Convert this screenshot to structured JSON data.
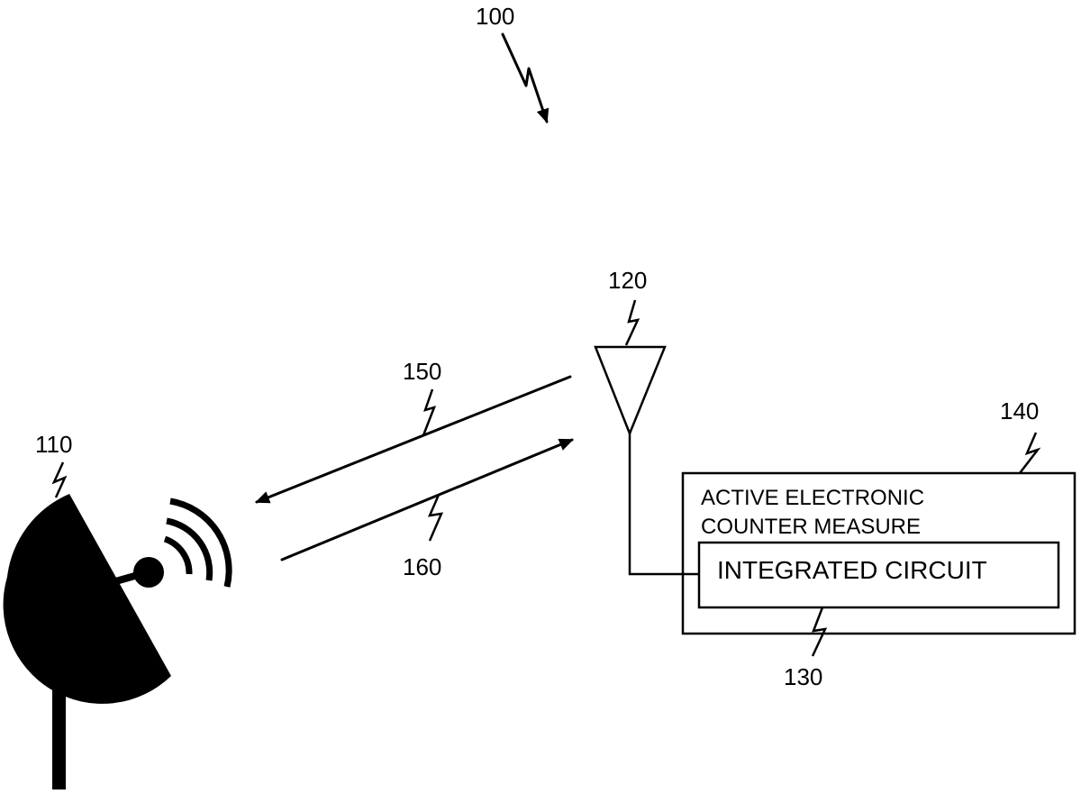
{
  "figure": {
    "system_ref": "100",
    "components": {
      "radar": {
        "ref": "110",
        "icon": "radar-dish-icon"
      },
      "antenna": {
        "ref": "120",
        "icon": "antenna-icon"
      },
      "integrated_circuit": {
        "ref": "130",
        "label": "INTEGRATED CIRCUIT"
      },
      "ecm": {
        "ref": "140",
        "label_line1": "ACTIVE ELECTRONIC",
        "label_line2": "COUNTER MEASURE"
      }
    },
    "signals": {
      "incoming": {
        "ref": "150"
      },
      "outgoing": {
        "ref": "160"
      }
    }
  }
}
